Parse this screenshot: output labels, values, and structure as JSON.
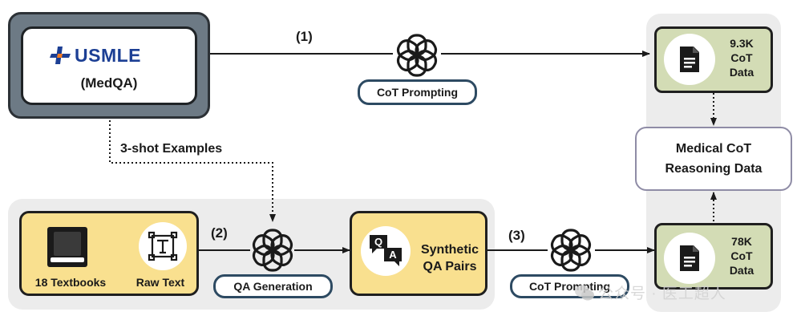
{
  "usmle": {
    "logo_text": "USMLE",
    "subtitle": "(MedQA)"
  },
  "labels": {
    "step1": "(1)",
    "step2": "(2)",
    "step3": "(3)",
    "three_shot": "3-shot Examples",
    "cot_prompting_top": "CoT Prompting",
    "qa_generation": "QA Generation",
    "cot_prompting_bottom": "CoT Prompting"
  },
  "textbooks": {
    "books_label": "18 Textbooks",
    "raw_text_label": "Raw Text"
  },
  "synthetic": {
    "line1": "Synthetic",
    "line2": "QA Pairs",
    "icon_q": "Q",
    "icon_a": "A"
  },
  "data_top": {
    "line1": "9.3K",
    "line2": "CoT",
    "line3": "Data"
  },
  "data_bottom": {
    "line1": "78K",
    "line2": "CoT",
    "line3": "Data"
  },
  "reasoning": {
    "line1": "Medical CoT",
    "line2": "Reasoning Data"
  },
  "watermark": {
    "text": "公众号 · 医工超人"
  },
  "icons": [
    "openai-logo-icon",
    "document-icon",
    "book-icon",
    "text-frame-icon",
    "qa-chat-icon",
    "wechat-icon"
  ],
  "colors": {
    "yellow_fill": "#f9e08f",
    "green_fill": "#d3dcb5",
    "pill_border": "#2d4a62",
    "usmle_blue": "#1c3f94",
    "usmle_orange": "#f47b20"
  }
}
